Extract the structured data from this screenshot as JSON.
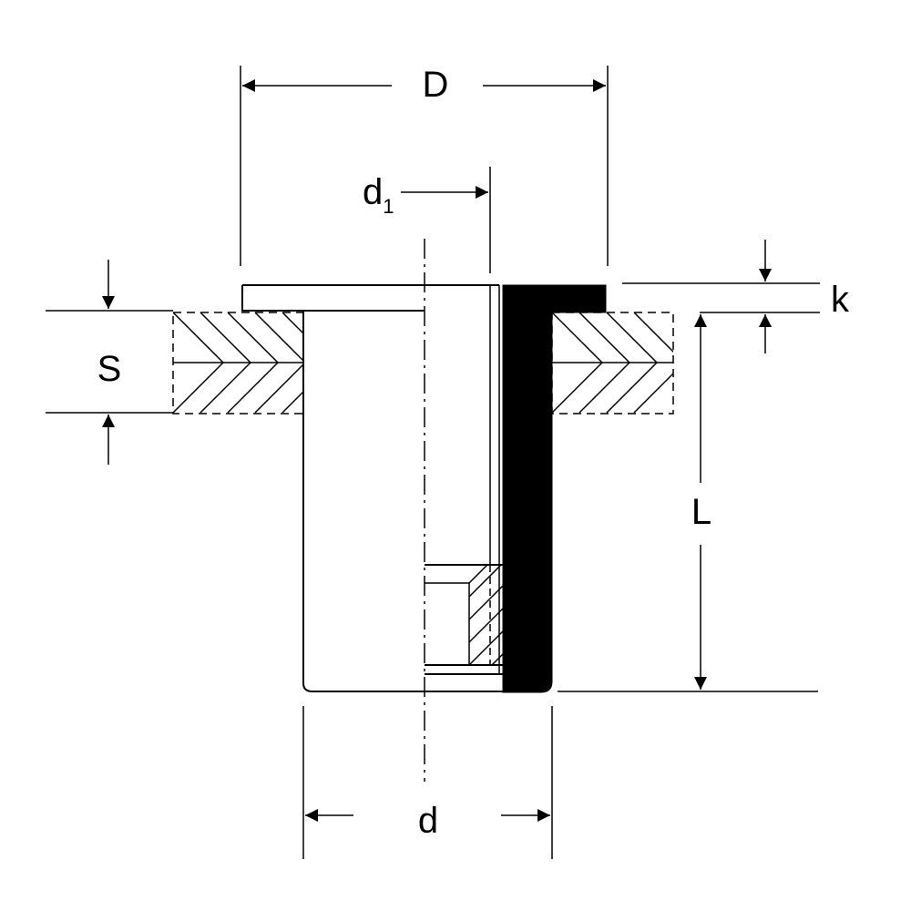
{
  "dimensions": {
    "D": "D",
    "d1": "d",
    "d1_sub": "1",
    "k": "k",
    "S": "S",
    "L": "L",
    "d": "d"
  },
  "colors": {
    "line": "#000000",
    "background": "#ffffff"
  }
}
